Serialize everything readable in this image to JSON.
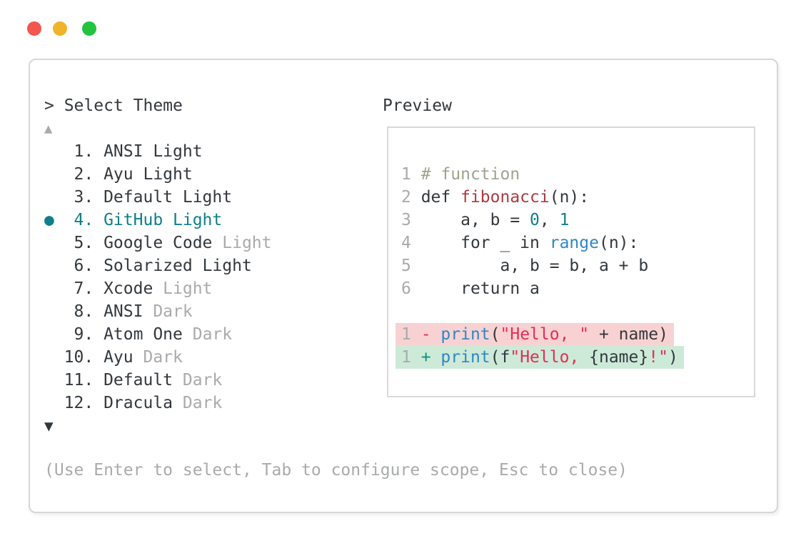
{
  "colors": {
    "text_dark": "#33383d",
    "text_gray": "#a8aaac",
    "teal": "#0e7f8b",
    "comment_green": "#9da48e",
    "function_red": "#ad3a40",
    "string_crimson": "#e22e55",
    "keyword_blue": "#2f87c3",
    "diff_plus_teal": "#12917c",
    "diff_removed_bg": "#f8d2d2",
    "diff_added_bg": "#cdead9",
    "window_border": "#d6d6d6",
    "preview_border": "#d9d9d9",
    "traffic_red": "#f2564d",
    "traffic_yellow": "#f0b42a",
    "traffic_green": "#23c33f"
  },
  "header": {
    "select_label": "> Select Theme",
    "preview_label": "Preview"
  },
  "theme_list": {
    "scroll_up_icon": "▲",
    "scroll_down_icon": "▼",
    "selected_index": 4,
    "selected_theme": "GitHub Light",
    "items": [
      {
        "name": "theme-item-ansi-light",
        "selected": false,
        "segments": [
          [
            "   1. ANSI Light",
            "text_dark"
          ]
        ]
      },
      {
        "name": "theme-item-ayu-light",
        "selected": false,
        "segments": [
          [
            "   2. Ayu Light",
            "text_dark"
          ]
        ]
      },
      {
        "name": "theme-item-default-light",
        "selected": false,
        "segments": [
          [
            "   3. Default Light",
            "text_dark"
          ]
        ]
      },
      {
        "name": "theme-item-github-light",
        "selected": true,
        "segments": [
          [
            "●  4. GitHub Light",
            "teal"
          ]
        ]
      },
      {
        "name": "theme-item-google-code-light",
        "selected": false,
        "segments": [
          [
            "   5. Google Code ",
            "text_dark"
          ],
          [
            "Light",
            "text_gray"
          ]
        ]
      },
      {
        "name": "theme-item-solarized-light",
        "selected": false,
        "segments": [
          [
            "   6. Solarized Light",
            "text_dark"
          ]
        ]
      },
      {
        "name": "theme-item-xcode-light",
        "selected": false,
        "segments": [
          [
            "   7. Xcode ",
            "text_dark"
          ],
          [
            "Light",
            "text_gray"
          ]
        ]
      },
      {
        "name": "theme-item-ansi-dark",
        "selected": false,
        "segments": [
          [
            "   8. ANSI ",
            "text_dark"
          ],
          [
            "Dark",
            "text_gray"
          ]
        ]
      },
      {
        "name": "theme-item-atom-one-dark",
        "selected": false,
        "segments": [
          [
            "   9. Atom One ",
            "text_dark"
          ],
          [
            "Dark",
            "text_gray"
          ]
        ]
      },
      {
        "name": "theme-item-ayu-dark",
        "selected": false,
        "segments": [
          [
            "  10. Ayu ",
            "text_dark"
          ],
          [
            "Dark",
            "text_gray"
          ]
        ]
      },
      {
        "name": "theme-item-default-dark",
        "selected": false,
        "segments": [
          [
            "  11. Default ",
            "text_dark"
          ],
          [
            "Dark",
            "text_gray"
          ]
        ]
      },
      {
        "name": "theme-item-dracula-dark",
        "selected": false,
        "segments": [
          [
            "  12. Dracula ",
            "text_dark"
          ],
          [
            "Dark",
            "text_gray"
          ]
        ]
      }
    ]
  },
  "preview": {
    "lines": [
      {
        "diff": "",
        "segments": [
          [
            "1 ",
            "text_gray"
          ],
          [
            "# function",
            "comment_green"
          ]
        ]
      },
      {
        "diff": "",
        "segments": [
          [
            "2 ",
            "text_gray"
          ],
          [
            "def ",
            "text_dark"
          ],
          [
            "fibonacci",
            "function_red"
          ],
          [
            "(n):",
            "text_dark"
          ]
        ]
      },
      {
        "diff": "",
        "segments": [
          [
            "3 ",
            "text_gray"
          ],
          [
            "    a, b = ",
            "text_dark"
          ],
          [
            "0",
            "teal"
          ],
          [
            ", ",
            "text_dark"
          ],
          [
            "1",
            "teal"
          ]
        ]
      },
      {
        "diff": "",
        "segments": [
          [
            "4 ",
            "text_gray"
          ],
          [
            "    for _ in ",
            "text_dark"
          ],
          [
            "range",
            "keyword_blue"
          ],
          [
            "(n):",
            "text_dark"
          ]
        ]
      },
      {
        "diff": "",
        "segments": [
          [
            "5 ",
            "text_gray"
          ],
          [
            "        a, b = b, a + b",
            "text_dark"
          ]
        ]
      },
      {
        "diff": "",
        "segments": [
          [
            "6 ",
            "text_gray"
          ],
          [
            "    return a",
            "text_dark"
          ]
        ]
      },
      {
        "diff": "",
        "segments": []
      },
      {
        "diff": "removed",
        "segments": [
          [
            "1 ",
            "text_gray"
          ],
          [
            "- ",
            "string_crimson"
          ],
          [
            "print",
            "keyword_blue"
          ],
          [
            "(",
            "text_dark"
          ],
          [
            "\"Hello, \"",
            "string_crimson"
          ],
          [
            " + name)",
            "text_dark"
          ]
        ]
      },
      {
        "diff": "added",
        "segments": [
          [
            "1 ",
            "text_gray"
          ],
          [
            "+ ",
            "diff_plus_teal"
          ],
          [
            "print",
            "keyword_blue"
          ],
          [
            "(f",
            "text_dark"
          ],
          [
            "\"Hello, ",
            "string_crimson"
          ],
          [
            "{name}",
            "text_dark"
          ],
          [
            "!\"",
            "string_crimson"
          ],
          [
            ")",
            "text_dark"
          ]
        ]
      }
    ]
  },
  "footer": {
    "help": "(Use Enter to select, Tab to configure scope, Esc to close)"
  }
}
